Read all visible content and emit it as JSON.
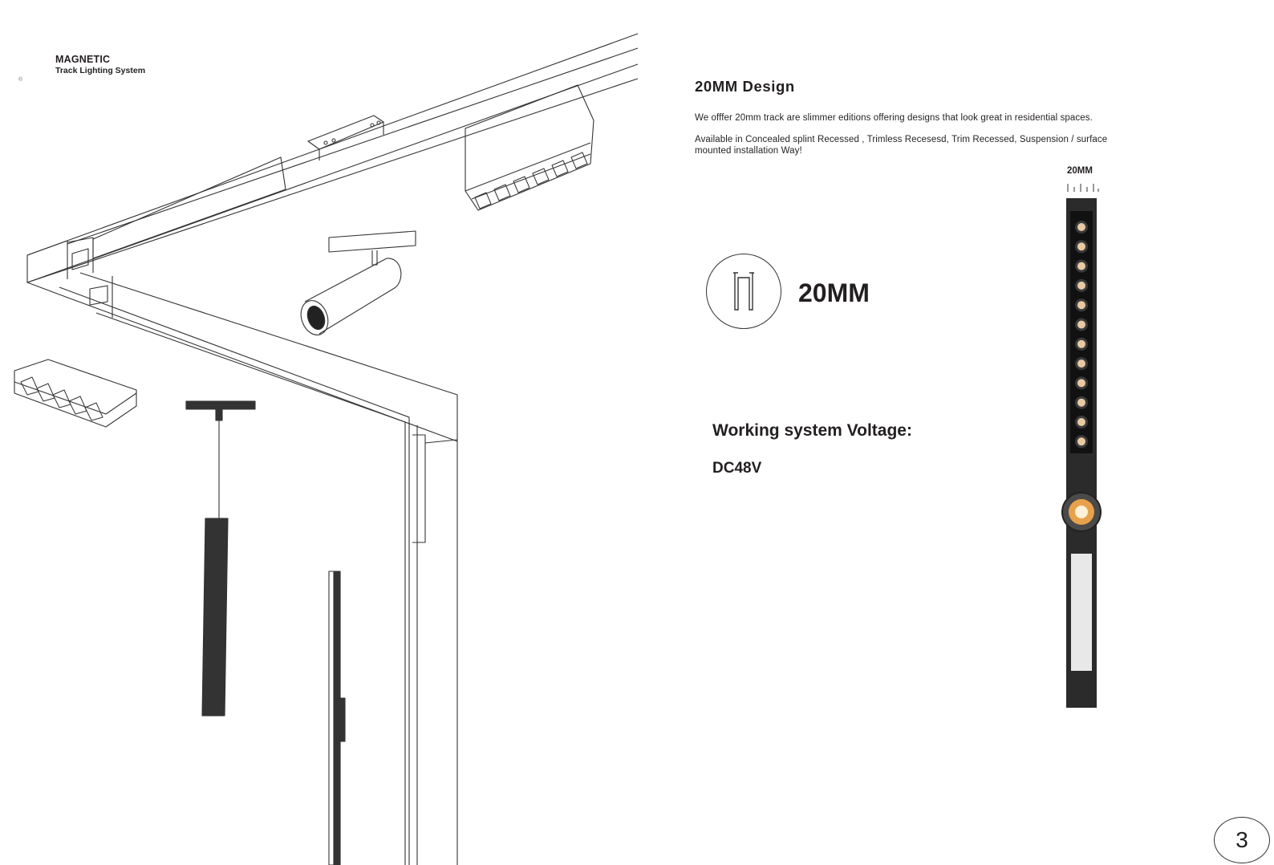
{
  "brand": {
    "title": "MAGNETIC",
    "subtitle": "Track Lighting System",
    "reg_mark": "®"
  },
  "section": {
    "heading": "20MM Design",
    "description_1": "We offfer 20mm track are slimmer editions offering designs that look great in residential spaces.",
    "description_2": "Available in Concealed splint  Recessed , Trimless Recesesd, Trim Recessed, Suspension / surface mounted installation Way!"
  },
  "profile": {
    "label": "20MM"
  },
  "voltage": {
    "label": "Working system Voltage:",
    "value": "DC48V"
  },
  "track_preview": {
    "width_label": "20MM",
    "led_count": 12
  },
  "page": {
    "number": "3"
  },
  "icons": [
    "track-system-illustration",
    "track-profile-icon",
    "track-product-photo"
  ],
  "colors": {
    "text": "#231f20",
    "track_body": "#2b2b2b",
    "led": "#e9c9a3",
    "spot_led": "#e7a14b"
  }
}
